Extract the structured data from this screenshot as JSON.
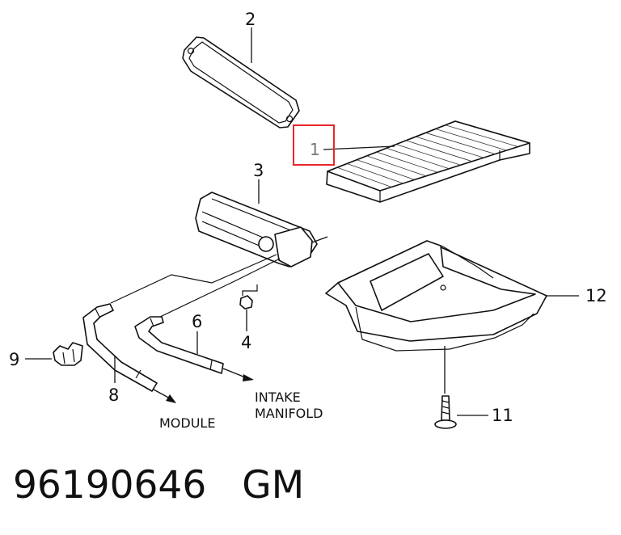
{
  "callouts": {
    "c1": "1",
    "c2": "2",
    "c3": "3",
    "c4": "4",
    "c6": "6",
    "c8": "8",
    "c9": "9",
    "c11": "11",
    "c12": "12"
  },
  "destinations": {
    "module": "MODULE",
    "intake_line1": "INTAKE",
    "intake_line2": "MANIFOLD"
  },
  "footer": {
    "part_number": "96190646",
    "brand": "GM"
  },
  "colors": {
    "highlight_box": "#e8262a",
    "line": "#111111"
  }
}
